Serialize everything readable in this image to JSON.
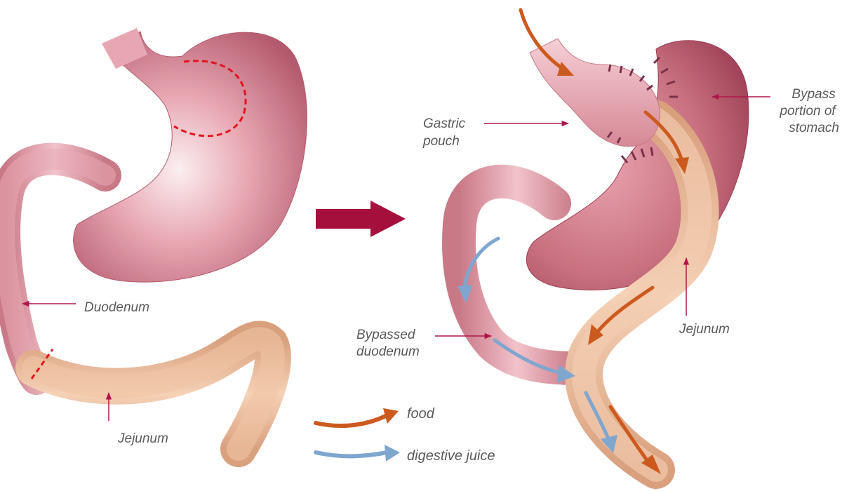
{
  "before": {
    "duodenum_label": "Duodenum",
    "jejunum_label": "Jejunum"
  },
  "after": {
    "gastric_pouch_label": [
      "Gastric",
      "pouch"
    ],
    "bypass_stomach_label": [
      "Bypass",
      "portion of",
      "stomach"
    ],
    "bypassed_duodenum_label": [
      "Bypassed",
      "duodenum"
    ],
    "jejunum_label": "Jejunum"
  },
  "legend": {
    "food_label": "food",
    "juice_label": "digestive juice"
  },
  "colors": {
    "stomach": "#d98a97",
    "stomach_dark": "#a84a60",
    "intestine": "#e9b896",
    "food_arrow": "#cc5a1e",
    "juice_arrow": "#7fa6cf",
    "transition_arrow": "#a50f3c",
    "leader_line": "#b0164a",
    "cut_line": "#e0141e"
  }
}
